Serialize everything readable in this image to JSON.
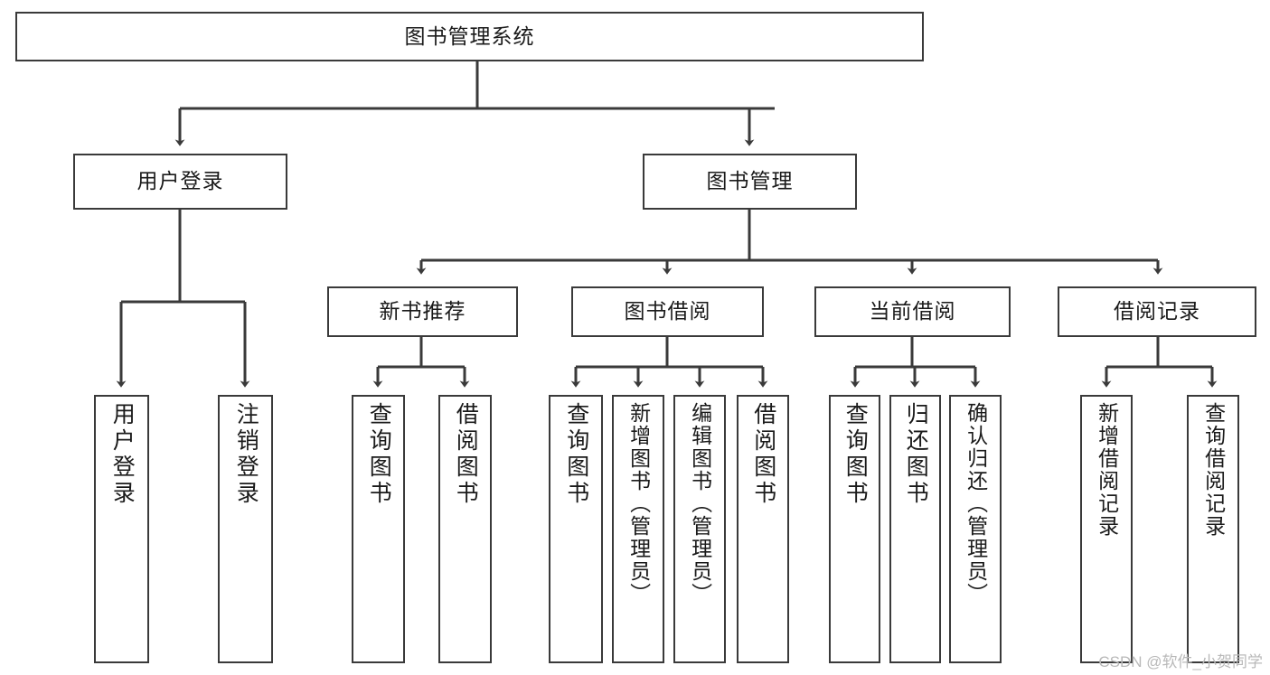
{
  "diagram": {
    "title": "图书管理系统",
    "type": "tree-hierarchy-diagram",
    "watermark": "CSDN @软件_小贺同学",
    "colors": {
      "box_border": "#3a3a3a",
      "box_fill": "#ffffff",
      "connector": "#3a3a3a",
      "text": "#1a1a1a",
      "watermark": "#b9b9b9",
      "background": "#ffffff"
    },
    "root": {
      "label": "图书管理系统"
    },
    "level1": [
      {
        "label": "用户登录"
      },
      {
        "label": "图书管理"
      }
    ],
    "level2": [
      {
        "label": "新书推荐"
      },
      {
        "label": "图书借阅"
      },
      {
        "label": "当前借阅"
      },
      {
        "label": "借阅记录"
      }
    ],
    "leaves": {
      "user_login": [
        {
          "label": "用户登录"
        },
        {
          "label": "注销登录"
        }
      ],
      "new_book_recommend": [
        {
          "label": "查询图书"
        },
        {
          "label": "借阅图书"
        }
      ],
      "book_borrow": [
        {
          "label": "查询图书"
        },
        {
          "label": "新增图书（管理员）"
        },
        {
          "label": "编辑图书（管理员）"
        },
        {
          "label": "借阅图书"
        }
      ],
      "current_borrow": [
        {
          "label": "查询图书"
        },
        {
          "label": "归还图书"
        },
        {
          "label": "确认归还（管理员）"
        }
      ],
      "borrow_record": [
        {
          "label": "新增借阅记录"
        },
        {
          "label": "查询借阅记录"
        }
      ]
    }
  }
}
